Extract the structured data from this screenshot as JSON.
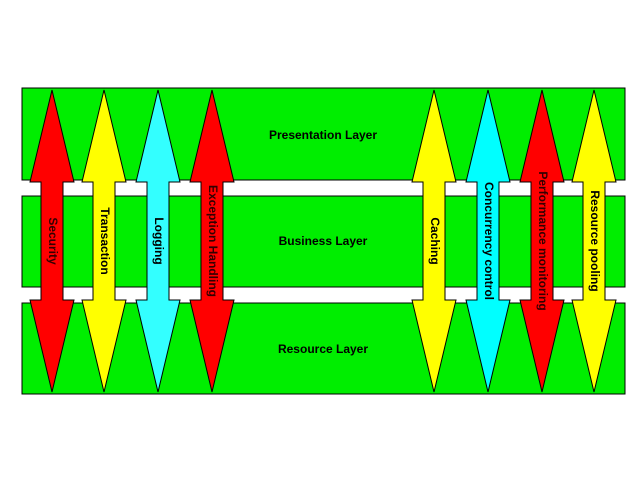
{
  "layers": [
    {
      "id": "presentation",
      "label": "Presentation Layer"
    },
    {
      "id": "business",
      "label": "Business Layer"
    },
    {
      "id": "resource",
      "label": "Resource Layer"
    }
  ],
  "crosscutting_concerns": [
    {
      "id": "security",
      "label": "Security",
      "color": "#ff0000"
    },
    {
      "id": "transaction",
      "label": "Transaction",
      "color": "#ffff00"
    },
    {
      "id": "logging",
      "label": "Logging",
      "color": "#33ffff"
    },
    {
      "id": "exception-handling",
      "label": "Exception Handling",
      "color": "#ff0000"
    },
    {
      "id": "caching",
      "label": "Caching",
      "color": "#ffff00"
    },
    {
      "id": "concurrency-control",
      "label": "Concurrency control",
      "color": "#00ffff"
    },
    {
      "id": "performance-monitoring",
      "label": "Performance monitoring",
      "color": "#ff0000"
    },
    {
      "id": "resource-pooling",
      "label": "Resource pooling",
      "color": "#ffff00"
    }
  ],
  "colors": {
    "layer_fill": "#00ee00",
    "outline": "#000000",
    "background": "#ffffff"
  }
}
